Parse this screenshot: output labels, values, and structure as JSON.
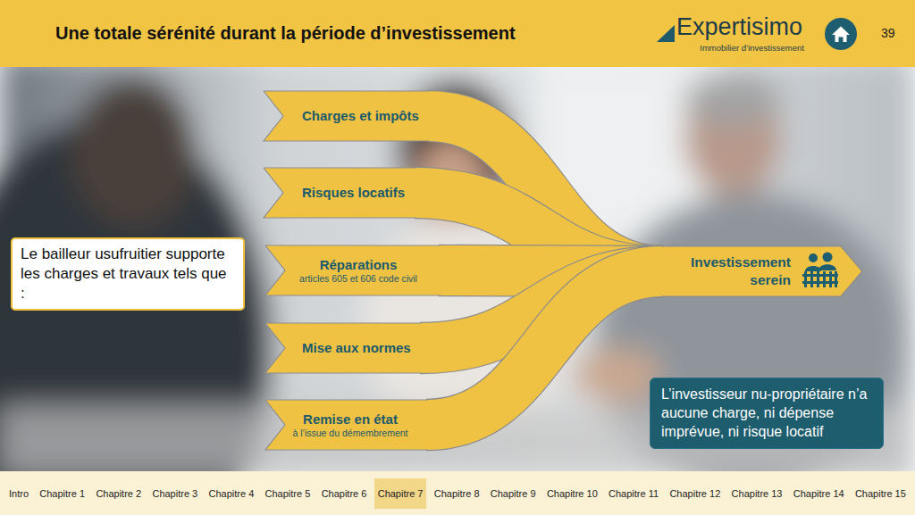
{
  "diagram": {
    "title": "Une totale sérénité durant la période d’investissement",
    "nodes": [
      {
        "text": [
          "Le bailleur usufruitier supporte les charges et travaux tels que :"
        ]
      },
      {
        "text": [
          "Charges et impôts"
        ]
      },
      {
        "text": [
          "Risques locatifs"
        ]
      },
      {
        "text": [
          "Réparations",
          "articles 605 et 606 code civil"
        ]
      },
      {
        "text": [
          "Mise aux normes"
        ]
      },
      {
        "text": [
          "Remise en état",
          "à l’issue du démembrement"
        ]
      },
      {
        "text": [
          "Investissement serein"
        ]
      },
      {
        "text": [
          "L’investisseur nu-propriétaire n’a aucune charge, ni dépense imprévue, ni risque locatif"
        ]
      }
    ],
    "edges": [
      {
        "from": 1,
        "to": 6,
        "arrow": "to"
      },
      {
        "from": 2,
        "to": 6,
        "arrow": "to"
      },
      {
        "from": 3,
        "to": 6,
        "arrow": "to"
      },
      {
        "from": 4,
        "to": 6,
        "arrow": "to"
      },
      {
        "from": 5,
        "to": 6,
        "arrow": "to"
      }
    ],
    "labels": [
      "Expertisimo",
      "Immobilier d’investissement",
      "39",
      "Intro",
      "Chapitre 1",
      "Chapitre 2",
      "Chapitre 3",
      "Chapitre 4",
      "Chapitre 5",
      "Chapitre 6",
      "Chapitre 7",
      "Chapitre 8",
      "Chapitre 9",
      "Chapitre 10",
      "Chapitre 11",
      "Chapitre 12",
      "Chapitre 13",
      "Chapitre 14",
      "Chapitre 15"
    ]
  }
}
